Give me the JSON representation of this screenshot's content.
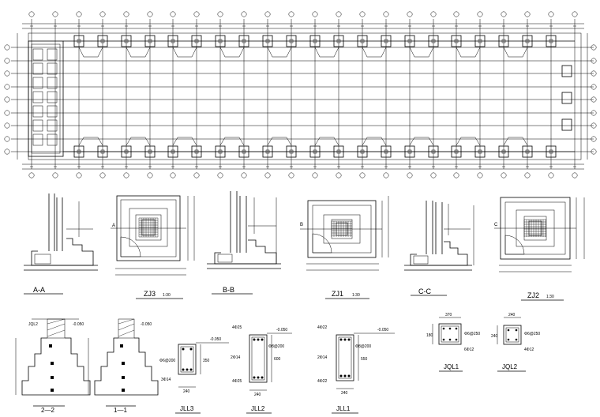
{
  "plan": {
    "top_axis_count": 24,
    "row_axis_count": 9,
    "bottom_axis_count": 24
  },
  "sections": {
    "aa": "A-A",
    "bb": "B-B",
    "cc": "C-C",
    "s22": "2—2",
    "s11": "1—1"
  },
  "footings": {
    "zj3": "ZJ3",
    "zj1": "ZJ1",
    "zj2": "ZJ2",
    "scale_zj3": "1:30",
    "scale_zj1": "1:30",
    "scale_zj2": "1:30",
    "b_marker": "B",
    "c_marker": "C",
    "a_marker": "A"
  },
  "beams": {
    "jll3": "JLL3",
    "jll2": "JLL2",
    "jll1": "JLL1",
    "jql1": "JQL1",
    "jql2": "JQL2",
    "jll3_top": "-0.050",
    "jll2_top": "-0.050",
    "jll1_top": "-0.050",
    "jll3_stirrup": "Φ6@200",
    "jll3_bot": "3Φ14",
    "jll3_width": "240",
    "jll3_height": "350",
    "jll2_topbar": "4Φ25",
    "jll2_stirrup": "Φ8@200",
    "jll2_side": "2Φ14",
    "jll2_bot": "4Φ25",
    "jll2_width": "240",
    "jll2_height": "600",
    "jll1_topbar": "4Φ22",
    "jll1_stirrup": "Φ8@200",
    "jll1_side": "2Φ14",
    "jll1_bot": "4Φ22",
    "jll1_width": "240",
    "jll1_height": "550",
    "jql1_w": "370",
    "jql1_h": "180",
    "jql1_stir": "Φ6@250",
    "jql1_bar": "6Φ12",
    "jql2_w": "240",
    "jql2_h": "240",
    "jql2_stir": "Φ6@250",
    "jql2_bar": "4Φ12",
    "jql_label": "JQL2",
    "top_elev": "-0.050"
  }
}
